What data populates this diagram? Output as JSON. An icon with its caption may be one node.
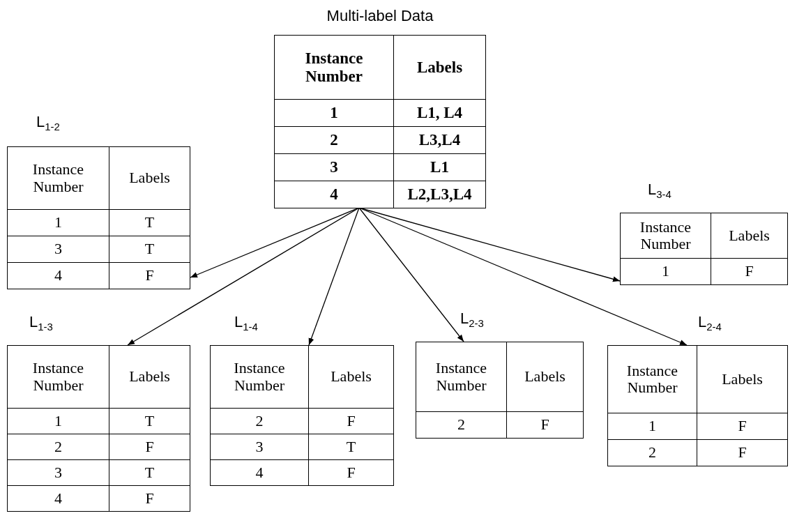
{
  "diagram": {
    "nodes": [
      {
        "text": [
          "Multi-label Data",
          "Instance Number",
          "Labels",
          "1",
          "L1, L4",
          "2",
          "L3,L4",
          "3",
          "L1",
          "4",
          "L2,L3,L4"
        ]
      },
      {
        "text": [
          "L$_{1-2}$",
          "Instance Number",
          "Labels",
          "1",
          "T",
          "3",
          "T",
          "4",
          "F"
        ]
      },
      {
        "text": [
          "L$_{3-4}$",
          "Instance Number",
          "Labels",
          "1",
          "F"
        ]
      },
      {
        "text": [
          "L$_{1-3}$",
          "Instance Number",
          "Labels",
          "1",
          "T",
          "2",
          "F",
          "3",
          "T",
          "4",
          "F"
        ]
      },
      {
        "text": [
          "L$_{1-4}$",
          "Instance Number",
          "Labels",
          "2",
          "F",
          "3",
          "T",
          "4",
          "F"
        ]
      },
      {
        "text": [
          "L$_{2-3}$",
          "Instance Number",
          "Labels",
          "2",
          "F"
        ]
      },
      {
        "text": [
          "L$_{2-4}$",
          "Instance Number",
          "Labels",
          "1",
          "F",
          "2",
          "F"
        ]
      }
    ],
    "edges": [
      {
        "from": 0,
        "to": 1,
        "arrow": "to"
      },
      {
        "from": 0,
        "to": 3,
        "arrow": "to"
      },
      {
        "from": 0,
        "to": 4,
        "arrow": "to"
      },
      {
        "from": 0,
        "to": 5,
        "arrow": "to"
      },
      {
        "from": 0,
        "to": 2,
        "arrow": "to"
      },
      {
        "from": 0,
        "to": 6,
        "arrow": "to"
      }
    ]
  }
}
